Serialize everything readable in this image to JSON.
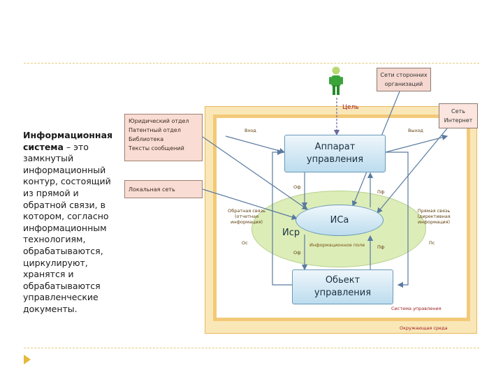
{
  "description": {
    "title": "Информационная система",
    "body": " – это замкнутый информационный контур, состоящий из прямой и обратной связи, в котором, согласно информационным технологиям, обрабатываются, циркулируют, хранятся и обрабатываются управленческие документы."
  },
  "notes": {
    "departments": [
      "Юридический отдел",
      "Патентный отдел",
      "Библиотека",
      "Тексты сообщений"
    ],
    "local_network": "Локальная сеть"
  },
  "external": {
    "third_party_networks": "Сети сторонних организаций",
    "internet": "Сеть Интернет"
  },
  "diagram": {
    "goal": "Цель",
    "input": "Вход",
    "output": "Выход",
    "control_apparatus": "Аппарат управления",
    "isa": "ИСа",
    "isr": "Иср",
    "control_object": "Обьект управления",
    "of_top": "Оф",
    "pf_top": "Пф",
    "of_bottom": "Оф",
    "pf_bottom": "Пф",
    "feedback": "Обратная связь (отчетная информация)",
    "direct_link": "Прямая связь (директивная информация)",
    "os": "Ос",
    "ps": "Пс",
    "info_field": "Информационное поле",
    "control_system": "Система управления",
    "environment": "Окружающая среда"
  },
  "colors": {
    "accent": "#e6b93a",
    "block_fill": "#bcdcee",
    "info_field": "#dcedb8",
    "environment_frame": "#f9e7b8"
  }
}
